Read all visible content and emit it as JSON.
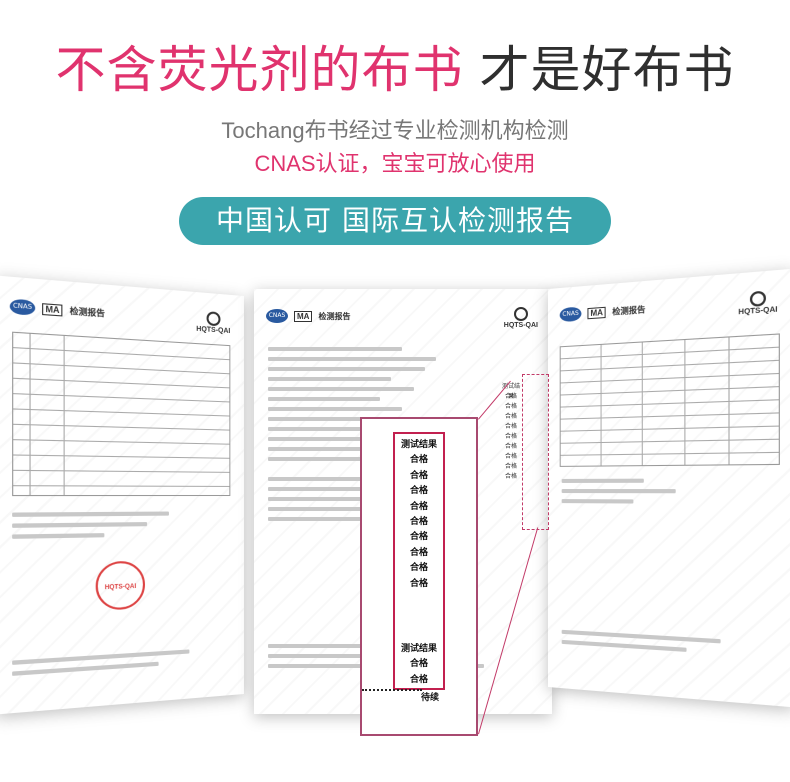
{
  "headline": {
    "pink": "不含荧光剂的布书",
    "dark": "才是好布书"
  },
  "subtitle_1": "Tochang布书经过专业检测机构检测",
  "subtitle_2": "CNAS认证，宝宝可放心使用",
  "pill_label": "中国认可 国际互认检测报告",
  "report": {
    "title": "检测报告",
    "brand": "HQTS-QAI",
    "logo_cnas": "CNAS",
    "logo_ma": "MA",
    "stamp": "HQTS-QAI",
    "callout_header_1": "测试结果",
    "callout_results_1": [
      "合格",
      "合格",
      "合格",
      "合格",
      "合格",
      "合格",
      "合格",
      "合格",
      "合格"
    ],
    "callout_header_2": "测试结果",
    "callout_results_2": [
      "合格",
      "合格"
    ],
    "callout_tail": "待续",
    "mini_header": "测试结果",
    "mini_results": [
      "合格",
      "合格",
      "合格",
      "合格",
      "合格",
      "合格",
      "合格",
      "合格",
      "合格"
    ]
  },
  "colors": {
    "accent_pink": "#e0336e",
    "pill_teal": "#3ba5ad",
    "callout_border": "#c2204f"
  }
}
